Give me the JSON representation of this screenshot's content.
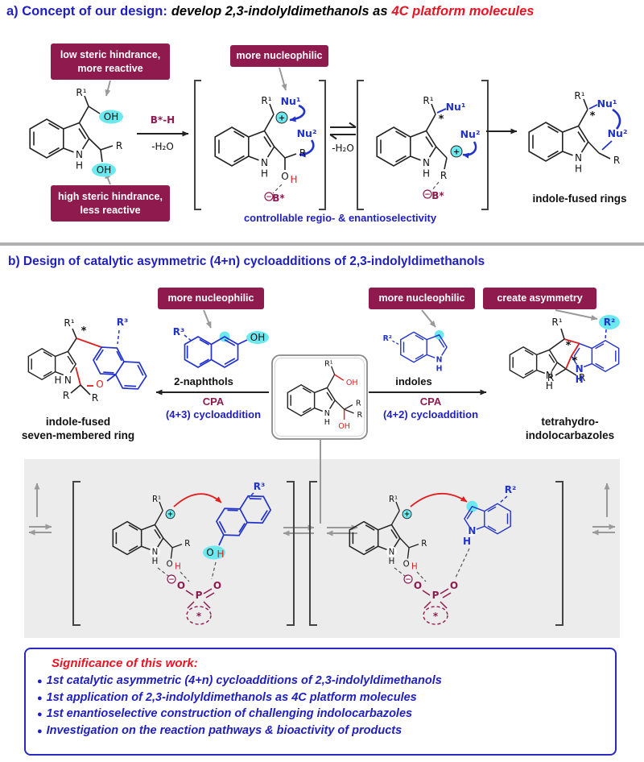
{
  "header_a": {
    "label": "a) Concept of our design:",
    "italic": "develop 2,3-indolyldimethanols as",
    "highlight": "4C platform molecules"
  },
  "tags": {
    "low_steric_line1": "low steric hindrance,",
    "low_steric_line2": "more reactive",
    "high_steric_line1": "high steric hindrance,",
    "high_steric_line2": "less reactive",
    "more_nucleophilic_a": "more nucleophilic",
    "more_nucleophilic_b_left": "more nucleophilic",
    "more_nucleophilic_b_right": "more nucleophilic",
    "create_asymmetry": "create asymmetry"
  },
  "reaction_a": {
    "catalyst": "B*-H",
    "minus_water": "-H₂O",
    "selectivity_caption": "controllable regio- & enantioselectivity",
    "product_caption": "indole-fused rings"
  },
  "header_b": "b) Design of catalytic asymmetric (4+n) cycloadditions of 2,3-indolyldimethanols",
  "reaction_b": {
    "reagent_left": "2-naphthols",
    "reagent_right": "indoles",
    "cpa": "CPA",
    "cyclo_left": "(4+3) cycloaddition",
    "cyclo_right": "(4+2) cycloaddition",
    "product_left_line1": "indole-fused",
    "product_left_line2": "seven-membered ring",
    "product_right_line1": "tetrahydro-",
    "product_right_line2": "indolocarbazoles"
  },
  "significance": {
    "heading": "Significance of this work:",
    "bullet": "●",
    "bullets": [
      "1st catalytic asymmetric (4+n) cycloadditions of 2,3-indolyldimethanols",
      "1st application of 2,3-indolyldimethanols as 4C platform molecules",
      "1st enantioselective construction of challenging indolocarbazoles",
      "Investigation on the reaction pathways & bioactivity of products"
    ]
  },
  "chem": {
    "r1": "R¹",
    "r2": "R²",
    "r3": "R³",
    "r": "R",
    "oh": "OH",
    "o": "O",
    "h": "H",
    "n": "N",
    "nu1": "Nu¹",
    "nu2": "Nu²",
    "b_star": "B*",
    "star": "*",
    "plus": "+",
    "minus": "−",
    "p": "P"
  },
  "colors": {
    "blue": "#2020c0",
    "red": "#e81424",
    "maroon": "#8e1a4e",
    "cyan": "#6ce8ef",
    "chem_blue": "#2233cc",
    "chem_red": "#dd2020"
  }
}
